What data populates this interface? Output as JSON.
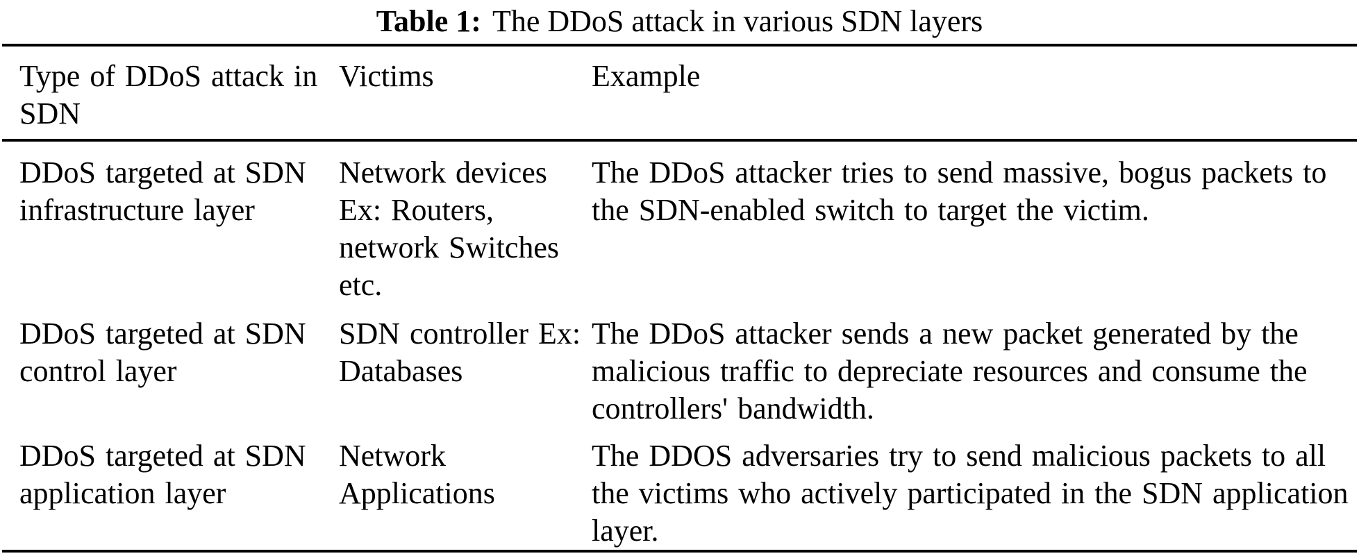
{
  "title": {
    "label": "Table 1:",
    "text": "The DDoS attack in various SDN layers"
  },
  "colors": {
    "background": "#ffffff",
    "text": "#000000",
    "rule": "#000000"
  },
  "table": {
    "columns": [
      {
        "name": "type",
        "header_lines": [
          "Type of DDoS attack in",
          "SDN"
        ]
      },
      {
        "name": "victims",
        "header_lines": [
          "Victims"
        ]
      },
      {
        "name": "example",
        "header_lines": [
          "Example"
        ]
      }
    ],
    "rows": [
      {
        "cells": [
          {
            "lines": [
              "DDoS targeted at SDN",
              "infrastructure layer"
            ]
          },
          {
            "lines": [
              "Network devices",
              "Ex: Routers,",
              "network Switches",
              "etc."
            ]
          },
          {
            "lines": [
              "The DDoS attacker tries to send massive, bogus packets to",
              "the SDN-enabled switch to target the victim."
            ]
          }
        ]
      },
      {
        "cells": [
          {
            "lines": [
              "DDoS targeted at SDN",
              "control layer"
            ]
          },
          {
            "lines": [
              "SDN controller Ex:",
              "Databases"
            ]
          },
          {
            "lines": [
              "The DDoS attacker sends a new packet generated by the",
              "malicious traffic to depreciate resources and consume the",
              "controllers' bandwidth."
            ]
          }
        ]
      },
      {
        "cells": [
          {
            "lines": [
              "DDoS targeted at SDN",
              "application layer"
            ]
          },
          {
            "lines": [
              "Network",
              "Applications"
            ]
          },
          {
            "lines": [
              "The DDOS adversaries try to send malicious packets to all",
              "the victims who actively participated in the SDN application",
              "layer."
            ]
          }
        ]
      }
    ]
  }
}
